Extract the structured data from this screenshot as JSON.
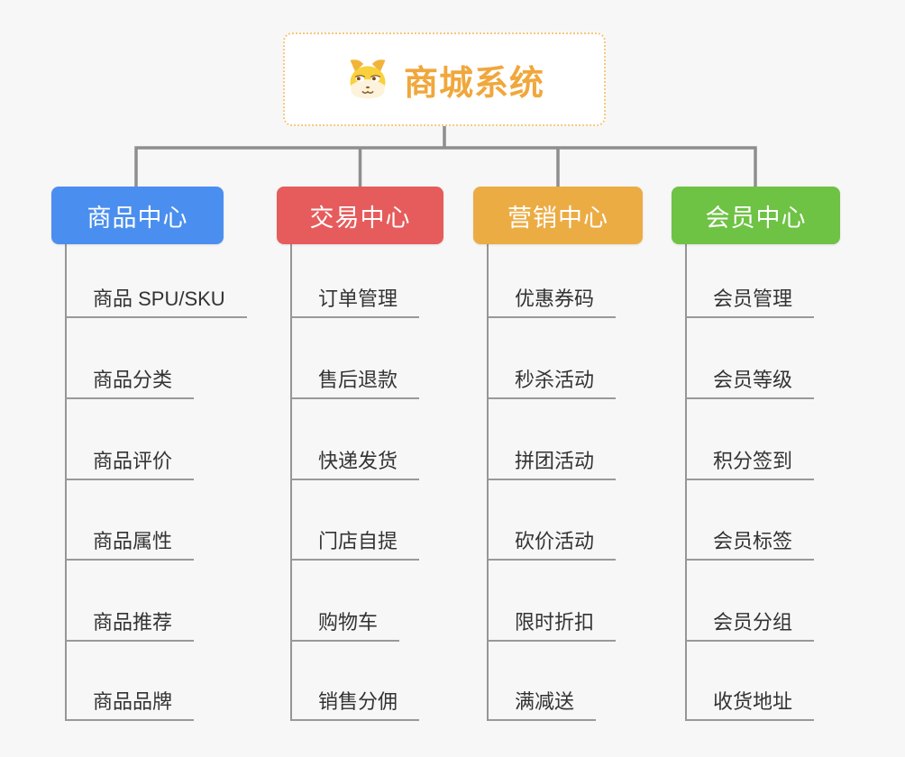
{
  "root": {
    "title": "商城系统",
    "icon": "dog-icon"
  },
  "branches": [
    {
      "label": "商品中心",
      "color": "#4A8FEF",
      "items": [
        "商品 SPU/SKU",
        "商品分类",
        "商品评价",
        "商品属性",
        "商品推荐",
        "商品品牌"
      ]
    },
    {
      "label": "交易中心",
      "color": "#E65C5C",
      "items": [
        "订单管理",
        "售后退款",
        "快递发货",
        "门店自提",
        "购物车",
        "销售分佣"
      ]
    },
    {
      "label": "营销中心",
      "color": "#ECAC44",
      "items": [
        "优惠券码",
        "秒杀活动",
        "拼团活动",
        "砍价活动",
        "限时折扣",
        "满减送"
      ]
    },
    {
      "label": "会员中心",
      "color": "#6EC244",
      "items": [
        "会员管理",
        "会员等级",
        "积分签到",
        "会员标签",
        "会员分组",
        "收货地址"
      ]
    }
  ],
  "colors": {
    "background": "#F7F7F7",
    "connector": "#8E8E8E",
    "trunk_line": "#969696",
    "underline": "#999999",
    "root_text": "#F0A73C",
    "root_border": "#F6C87D",
    "item_text": "#333333"
  }
}
